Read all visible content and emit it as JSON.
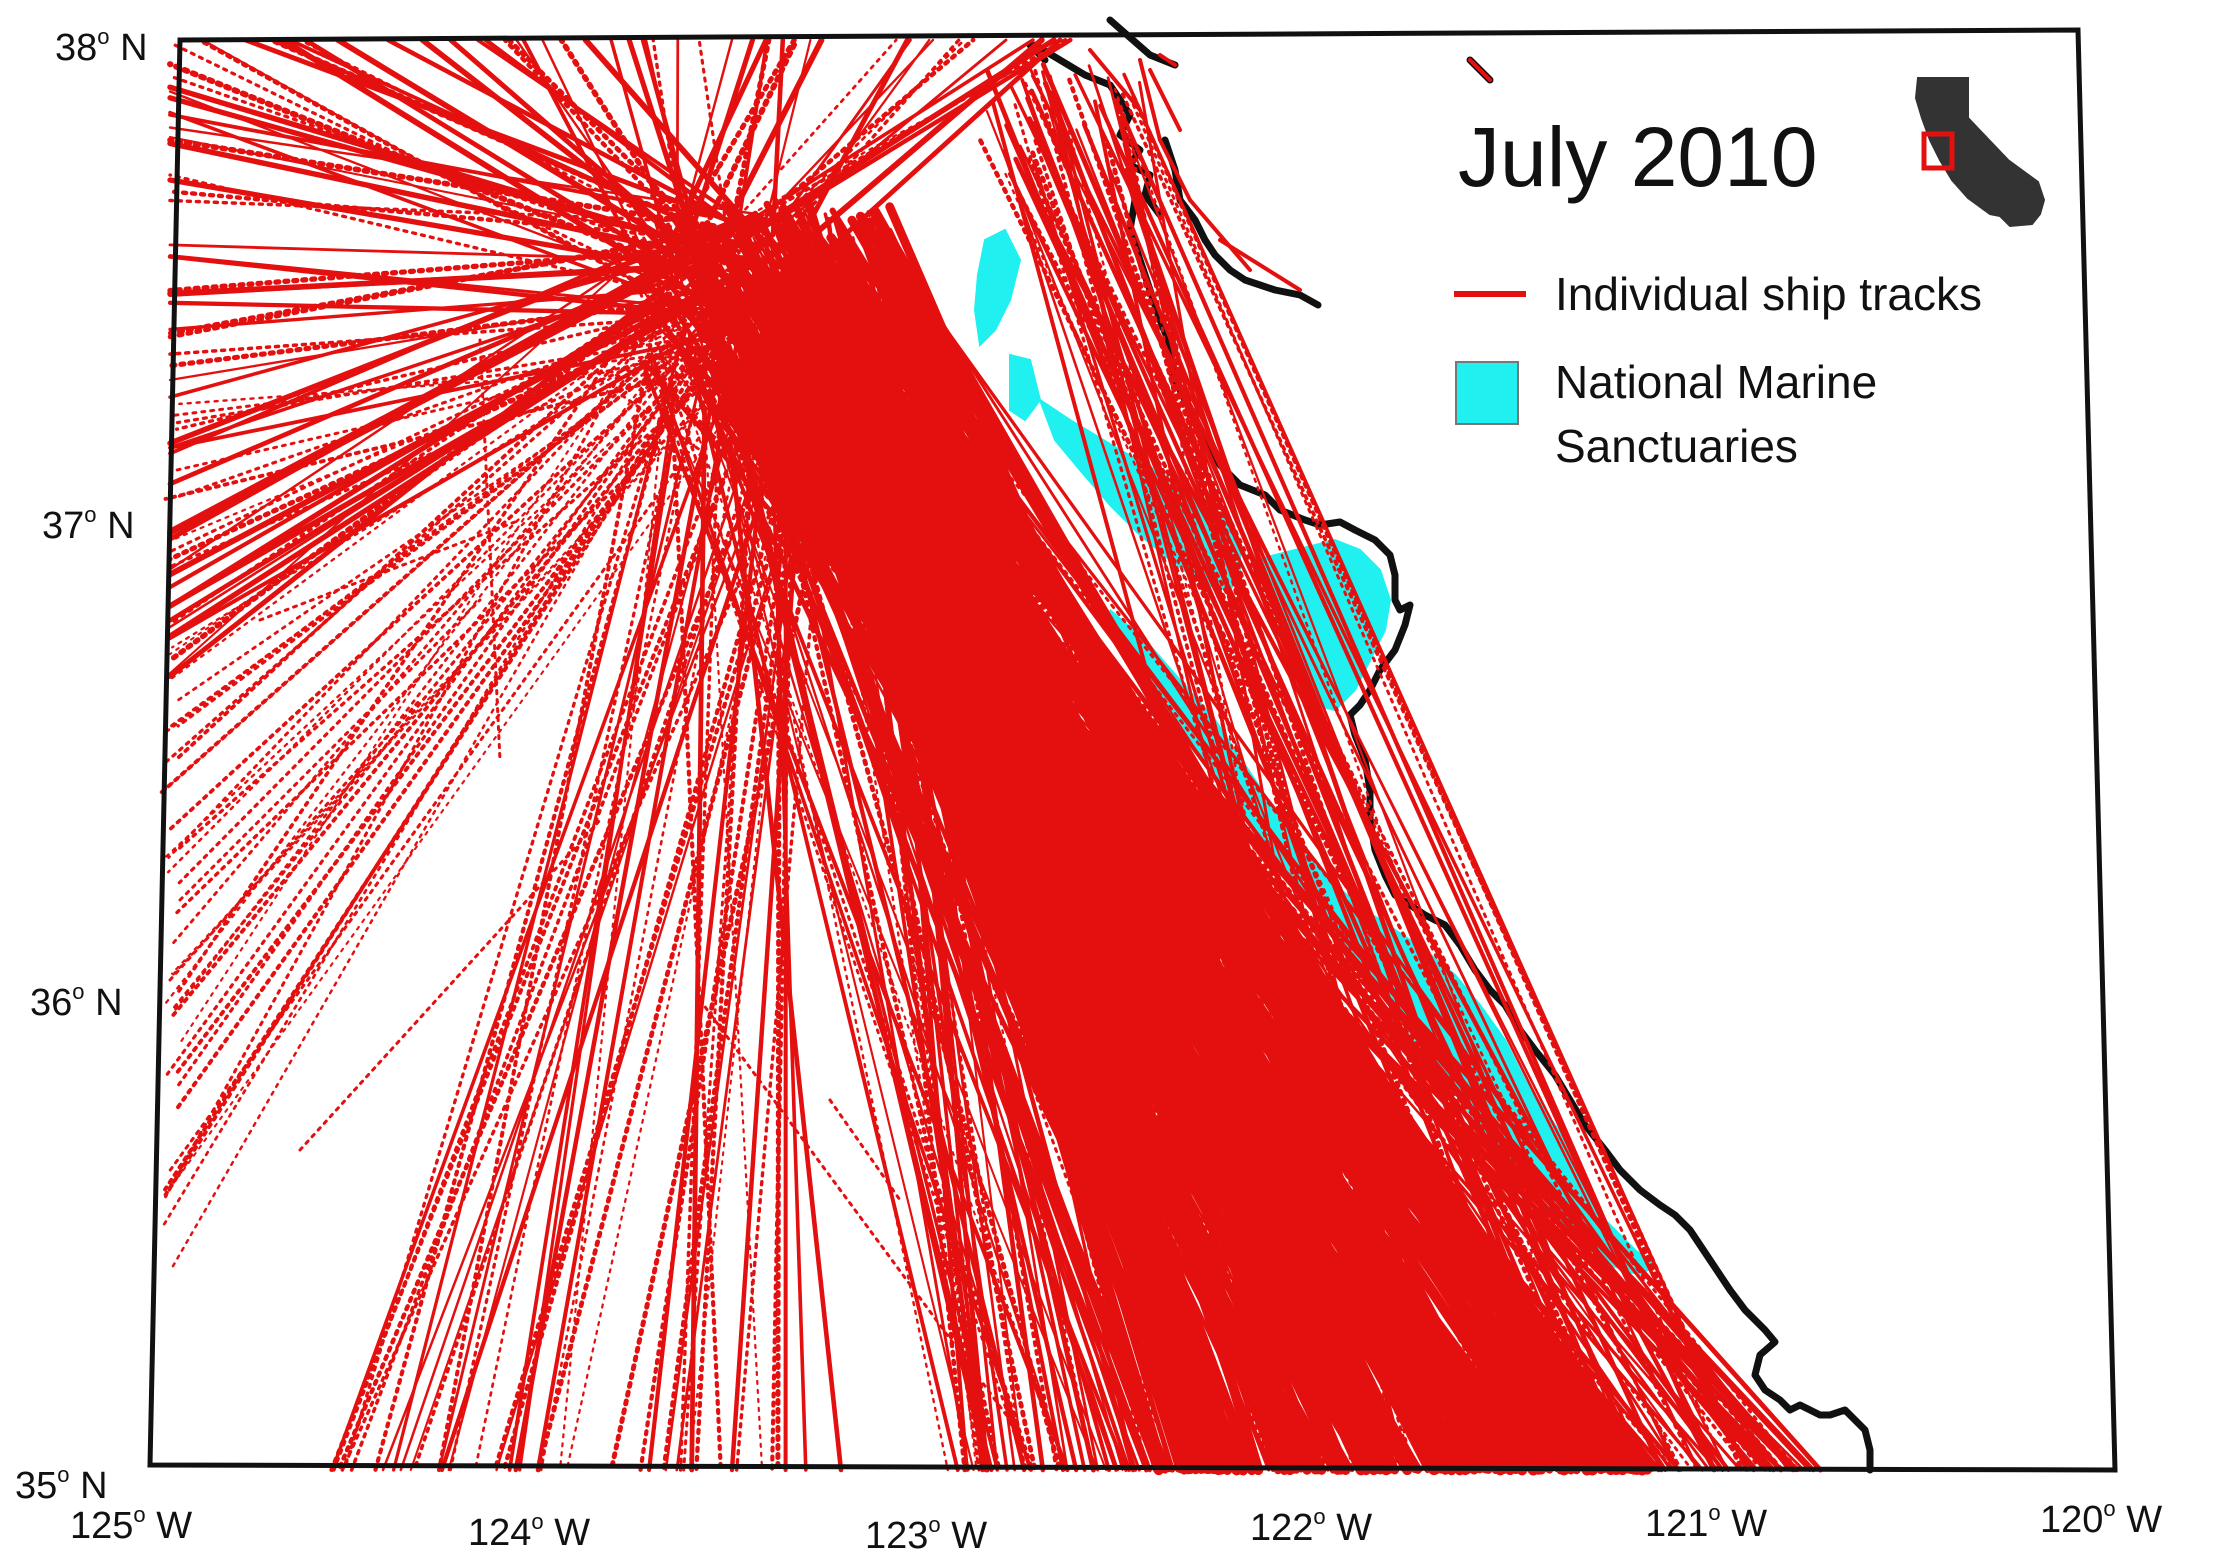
{
  "map": {
    "title": "July 2010",
    "legend": {
      "tracks_label": "Individual ship tracks",
      "sanctuaries_line1": "National Marine",
      "sanctuaries_line2": "Sanctuaries"
    },
    "lat_labels": [
      {
        "deg": "38",
        "hemi": "N"
      },
      {
        "deg": "37",
        "hemi": "N"
      },
      {
        "deg": "36",
        "hemi": "N"
      },
      {
        "deg": "35",
        "hemi": "N"
      }
    ],
    "lon_labels": [
      {
        "deg": "125",
        "hemi": "W"
      },
      {
        "deg": "124",
        "hemi": "W"
      },
      {
        "deg": "123",
        "hemi": "W"
      },
      {
        "deg": "122",
        "hemi": "W"
      },
      {
        "deg": "121",
        "hemi": "W"
      },
      {
        "deg": "120",
        "hemi": "W"
      }
    ],
    "colors": {
      "ship_tracks": "#e41010",
      "sanctuaries": "#20f0f0",
      "coastline": "#111111",
      "frame": "#111111",
      "inset_state": "#333333",
      "inset_marker": "#e41010"
    },
    "icons": {
      "inset": "california-outline-icon",
      "tracks_legend": "red-line-icon",
      "sanctuaries_legend": "cyan-square-icon"
    }
  }
}
